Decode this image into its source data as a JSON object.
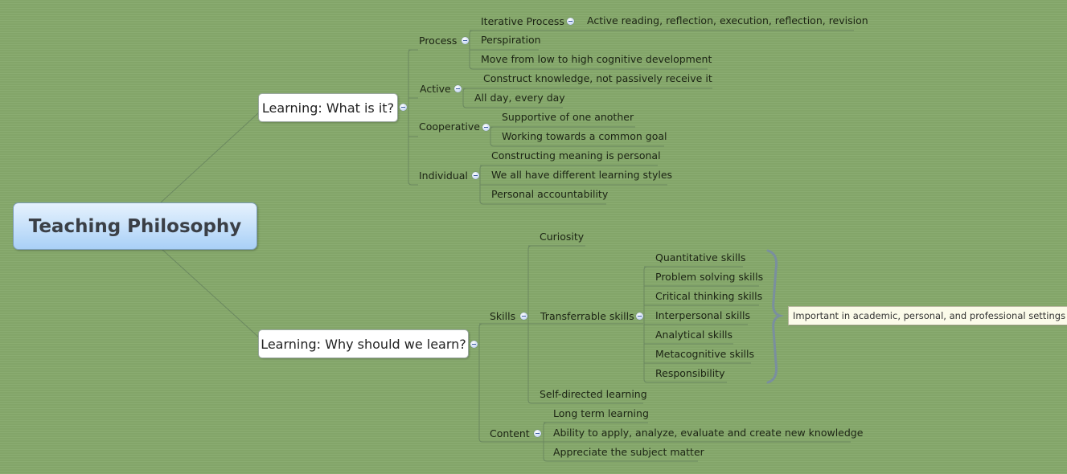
{
  "mindmap": {
    "central_topic": "Teaching Philosophy",
    "main_topics": [
      {
        "label": "Learning: What is it?",
        "subtopics": [
          {
            "label": "Process",
            "children": [
              {
                "label": "Iterative Process",
                "children": [
                  {
                    "label": "Active reading, reflection, execution, reflection, revision"
                  }
                ]
              },
              {
                "label": "Perspiration"
              },
              {
                "label": "Move from low to high cognitive development"
              }
            ]
          },
          {
            "label": "Active",
            "children": [
              {
                "label": "Construct knowledge, not passively receive it"
              },
              {
                "label": "All day, every day"
              }
            ]
          },
          {
            "label": "Cooperative",
            "children": [
              {
                "label": "Supportive of one another"
              },
              {
                "label": "Working towards a common goal"
              }
            ]
          },
          {
            "label": "Individual",
            "children": [
              {
                "label": "Constructing meaning is personal"
              },
              {
                "label": "We all have different learning styles"
              },
              {
                "label": "Personal accountability"
              }
            ]
          }
        ]
      },
      {
        "label": "Learning: Why should we learn?",
        "subtopics": [
          {
            "label": "Skills",
            "children": [
              {
                "label": "Curiosity"
              },
              {
                "label": "Transferrable skills",
                "children": [
                  {
                    "label": "Quantitative skills"
                  },
                  {
                    "label": "Problem solving skills"
                  },
                  {
                    "label": "Critical thinking skills"
                  },
                  {
                    "label": "Interpersonal skills"
                  },
                  {
                    "label": "Analytical skills"
                  },
                  {
                    "label": "Metacognitive skills"
                  },
                  {
                    "label": "Responsibility"
                  }
                ]
              },
              {
                "label": "Self-directed learning"
              }
            ]
          },
          {
            "label": "Content",
            "children": [
              {
                "label": "Long term learning"
              },
              {
                "label": "Ability to apply, analyze, evaluate and create new knowledge"
              },
              {
                "label": "Appreciate the subject matter"
              }
            ]
          }
        ]
      }
    ],
    "summary_callout": "Important in academic, personal, and professional settings"
  },
  "colors": {
    "background": "#86a96c",
    "central_gradient_top": "#e6f2fd",
    "central_gradient_bottom": "#a9d0f7",
    "line": "#6f8a62",
    "brace": "#7d92a0",
    "callout_bg": "#fbfbe9"
  },
  "icons": {
    "collapse": "collapse-minus-icon"
  }
}
